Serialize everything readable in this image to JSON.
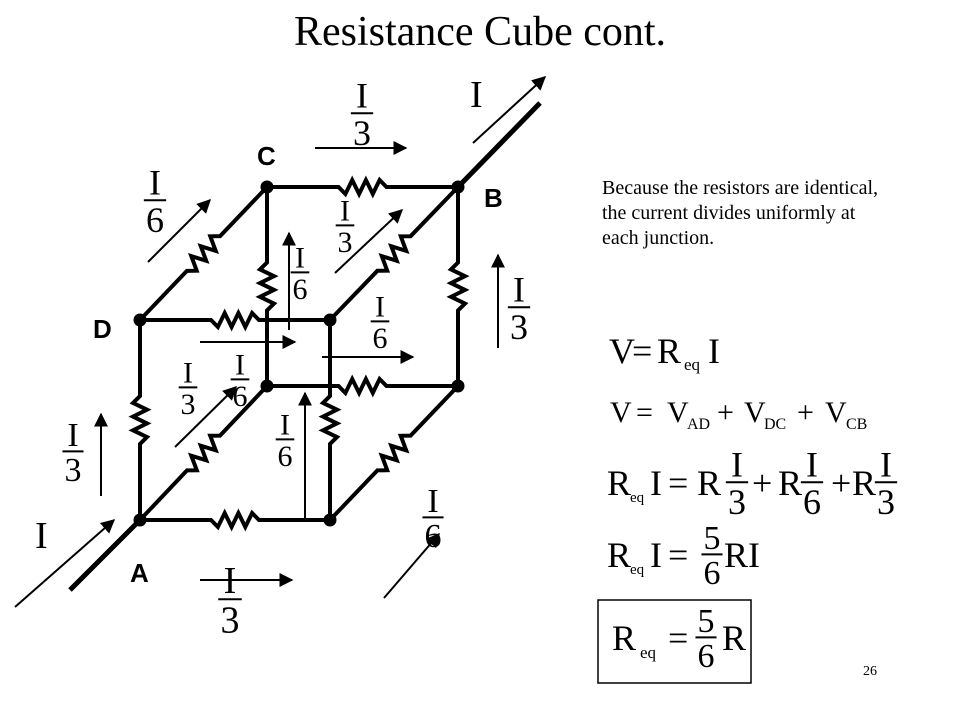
{
  "slide": {
    "title": "Resistance Cube cont.",
    "description": "Because the resistors are identical, the current divides uniformly at each junction.",
    "slide_number": "26"
  },
  "diagram": {
    "node_labels": {
      "A": "A",
      "B": "B",
      "C": "C",
      "D": "D"
    },
    "current_symbol": "I",
    "denominators": {
      "third": "3",
      "sixth": "6"
    }
  },
  "equations": {
    "eq1": {
      "lhs": "V",
      "equals": "=",
      "r": "R",
      "sub": "eq",
      "i": "I"
    },
    "eq2": {
      "v": "V",
      "equals": "=",
      "plus": "+",
      "sub_ad": "AD",
      "sub_dc": "DC",
      "sub_cb": "CB"
    },
    "eq3": {
      "r": "R",
      "sub": "eq",
      "i": "I",
      "equals": "=",
      "plus": "+",
      "d1": "3",
      "d2": "6",
      "d3": "3"
    },
    "eq4": {
      "r": "R",
      "sub": "eq",
      "i": "I",
      "equals": "=",
      "num": "5",
      "den": "6",
      "ri": "RI"
    },
    "eq5": {
      "r": "R",
      "sub": "eq",
      "equals": "=",
      "num": "5",
      "den": "6"
    }
  }
}
